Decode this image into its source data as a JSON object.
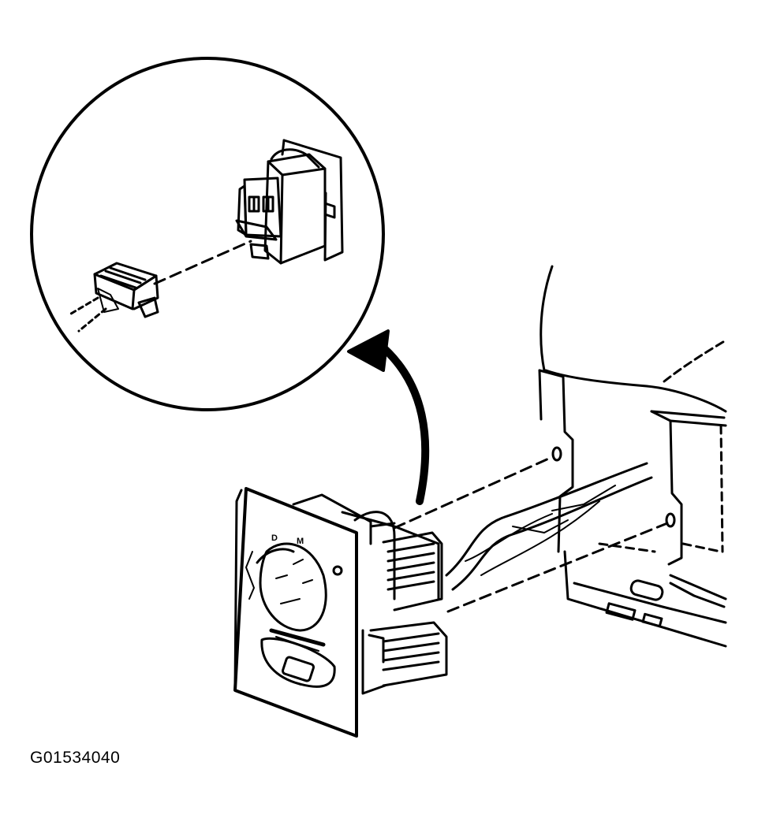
{
  "figure": {
    "code": "G01534040"
  },
  "panel": {
    "knob_mark_left": "D",
    "knob_mark_right": "M"
  },
  "colors": {
    "ink": "#000000",
    "paper": "#ffffff"
  }
}
